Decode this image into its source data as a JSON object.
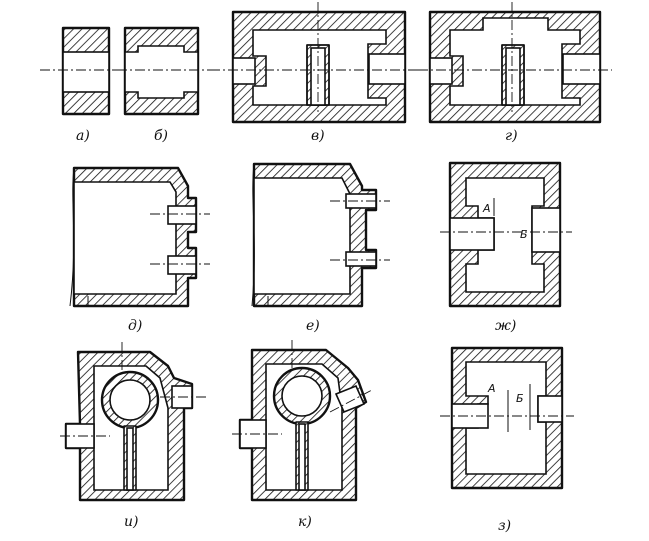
{
  "figure": {
    "labels": {
      "a": "а)",
      "b": "б)",
      "v": "в)",
      "g": "г)",
      "d": "д)",
      "e": "е)",
      "zh": "ж)",
      "i": "и)",
      "k": "к)",
      "z": "з)"
    },
    "dims": {
      "zh_A": "А",
      "zh_B": "Б",
      "z_A": "А",
      "z_B": "Б"
    }
  }
}
